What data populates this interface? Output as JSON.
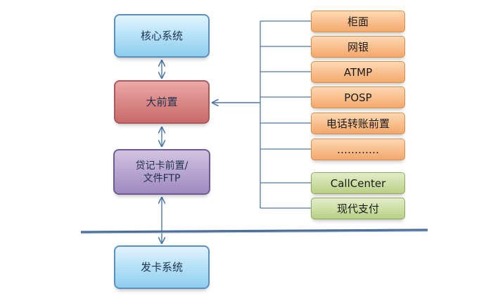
{
  "left_boxes": {
    "core_system": "核心系统",
    "big_frontend": "大前置",
    "credit_card_ftp": "贷记卡前置/\n文件FTP",
    "card_issuing": "发卡系统"
  },
  "channels": [
    {
      "label": "柜面",
      "color": "#f8b57f"
    },
    {
      "label": "网银",
      "color": "#f8b57f"
    },
    {
      "label": "ATMP",
      "color": "#f8b57f"
    },
    {
      "label": "POSP",
      "color": "#f8b57f"
    },
    {
      "label": "电话转账前置",
      "color": "#f8b57f"
    },
    {
      "label": "…………",
      "color": "#f8b57f"
    },
    {
      "label": "CallCenter",
      "color": "#c7da9b"
    },
    {
      "label": "现代支付",
      "color": "#c7da9b"
    }
  ],
  "colors": {
    "connector": "#4d77a8",
    "divider": "#4d6f99"
  }
}
